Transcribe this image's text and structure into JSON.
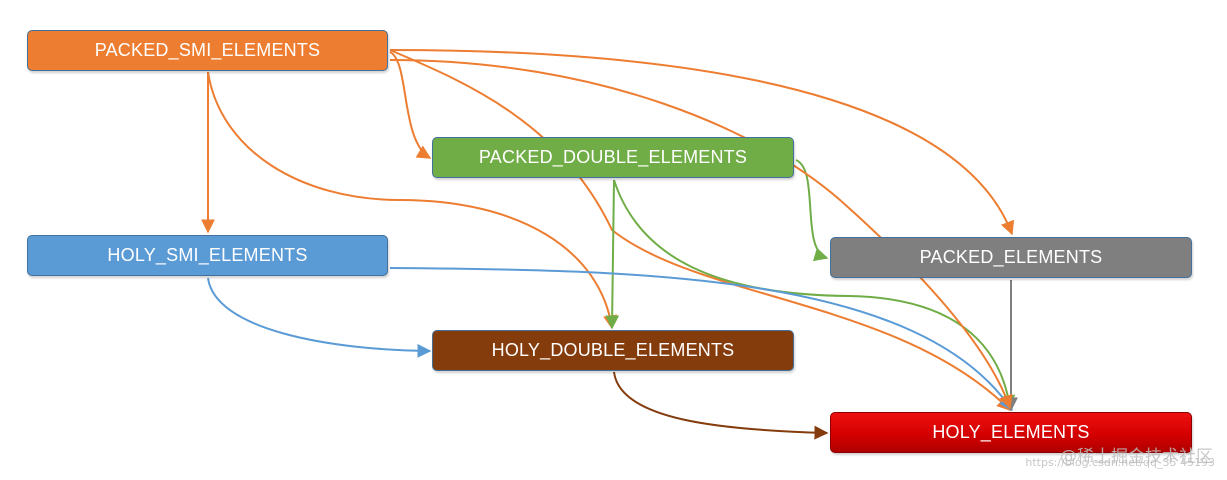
{
  "colors": {
    "packed_smi": "#ed7d31",
    "packed_double": "#70ad47",
    "holy_smi": "#5b9bd5",
    "packed": "#7f7f7f",
    "holy_double": "#843c0c",
    "holy": "#d40000",
    "node_border": "#41719c"
  },
  "nodes": {
    "packed_smi": {
      "label": "PACKED_SMI_ELEMENTS"
    },
    "packed_double": {
      "label": "PACKED_DOUBLE_ELEMENTS"
    },
    "holy_smi": {
      "label": "HOLY_SMI_ELEMENTS"
    },
    "packed": {
      "label": "PACKED_ELEMENTS"
    },
    "holy_double": {
      "label": "HOLY_DOUBLE_ELEMENTS"
    },
    "holy": {
      "label": "HOLY_ELEMENTS"
    }
  },
  "edges": [
    {
      "from": "packed_smi",
      "to": "packed_double",
      "color": "#ed7d31"
    },
    {
      "from": "packed_smi",
      "to": "holy_smi",
      "color": "#ed7d31"
    },
    {
      "from": "packed_smi",
      "to": "holy_double",
      "color": "#ed7d31"
    },
    {
      "from": "packed_smi",
      "to": "packed",
      "color": "#ed7d31"
    },
    {
      "from": "packed_smi",
      "to": "holy",
      "color": "#ed7d31"
    },
    {
      "from": "packed_double",
      "to": "packed",
      "color": "#70ad47"
    },
    {
      "from": "packed_double",
      "to": "holy_double",
      "color": "#70ad47"
    },
    {
      "from": "packed_double",
      "to": "holy",
      "color": "#70ad47"
    },
    {
      "from": "holy_smi",
      "to": "holy_double",
      "color": "#5b9bd5"
    },
    {
      "from": "holy_smi",
      "to": "holy",
      "color": "#5b9bd5"
    },
    {
      "from": "holy_double",
      "to": "holy",
      "color": "#843c0c"
    },
    {
      "from": "packed",
      "to": "holy",
      "color": "#7f7f7f"
    }
  ],
  "watermark": {
    "brand": "@稀土掘金技术社区",
    "url": "https://blog.csdn.net/qq_35 45193"
  }
}
